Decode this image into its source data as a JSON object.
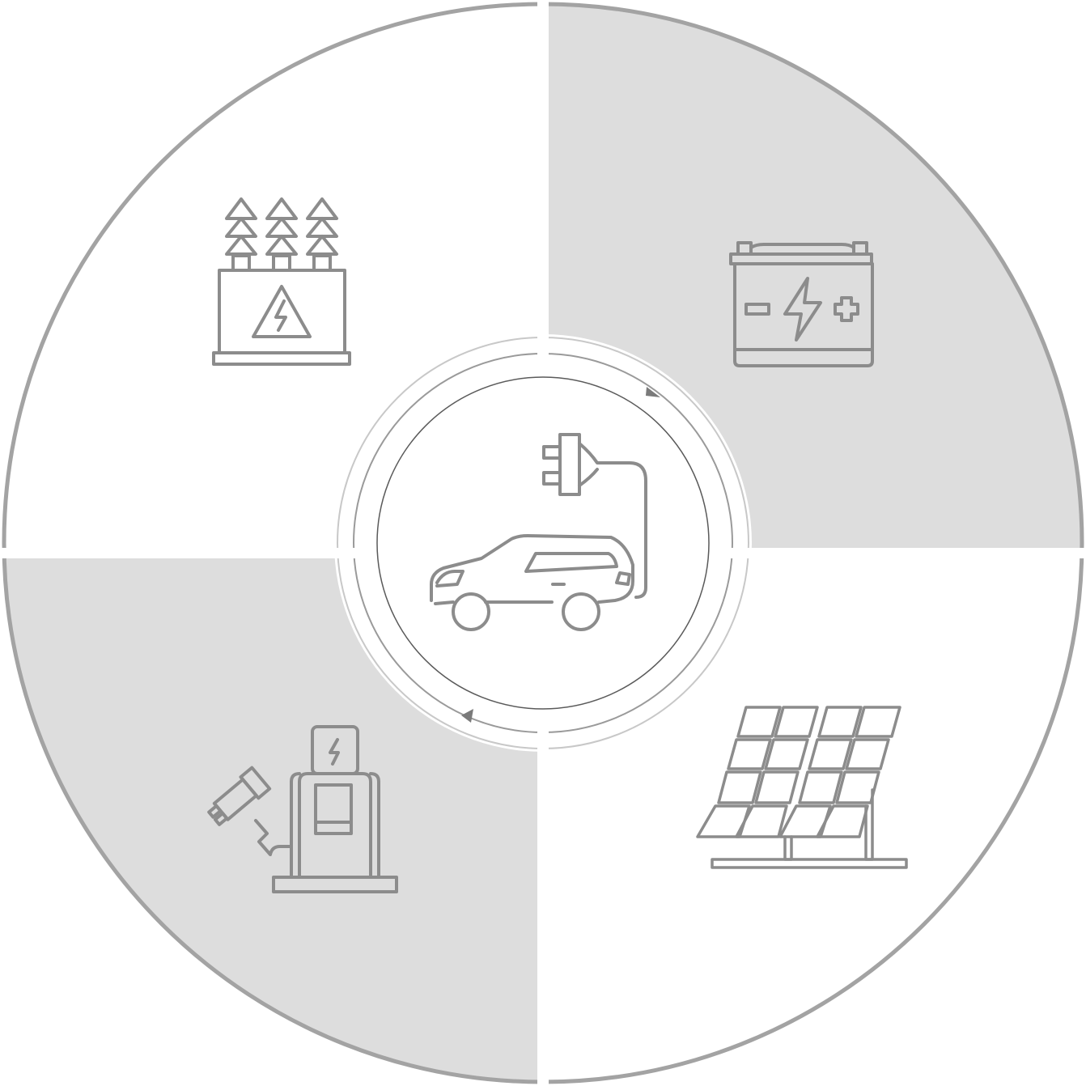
{
  "colors": {
    "background": "#ffffff",
    "shaded_quadrant": "#dddddd",
    "ring": "#a3a3a3",
    "icon_stroke": "#8c8c8c",
    "divider": "#ffffff",
    "inner_circle": "#666666"
  },
  "quadrants": [
    {
      "position": "top-left",
      "icon": "transformer-icon",
      "shaded": false
    },
    {
      "position": "top-right",
      "icon": "car-battery-icon",
      "shaded": true
    },
    {
      "position": "bottom-right",
      "icon": "solar-panel-icon",
      "shaded": false
    },
    {
      "position": "bottom-left",
      "icon": "ev-charging-station-icon",
      "shaded": true
    }
  ],
  "center": {
    "icon": "electric-car-plug-icon",
    "cycle_arrows": "clockwise"
  }
}
